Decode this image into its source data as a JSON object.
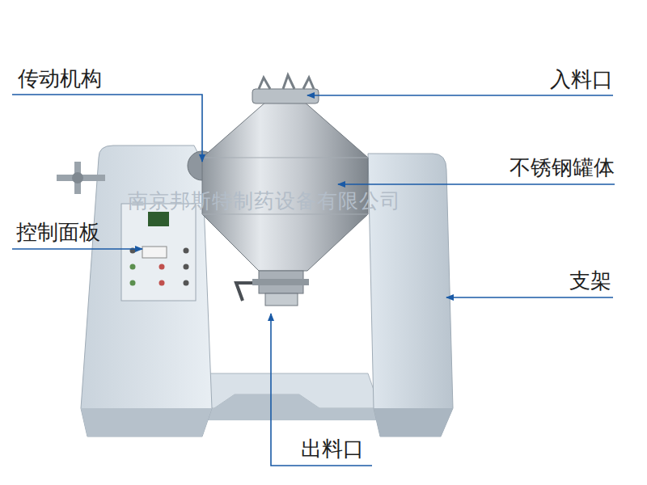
{
  "diagram": {
    "labels": [
      "传动机构",
      "入料口",
      "不锈钢罐体",
      "南京邦斯特制药设备有限公司",
      "控制面板",
      "支架",
      "出料口"
    ]
  }
}
